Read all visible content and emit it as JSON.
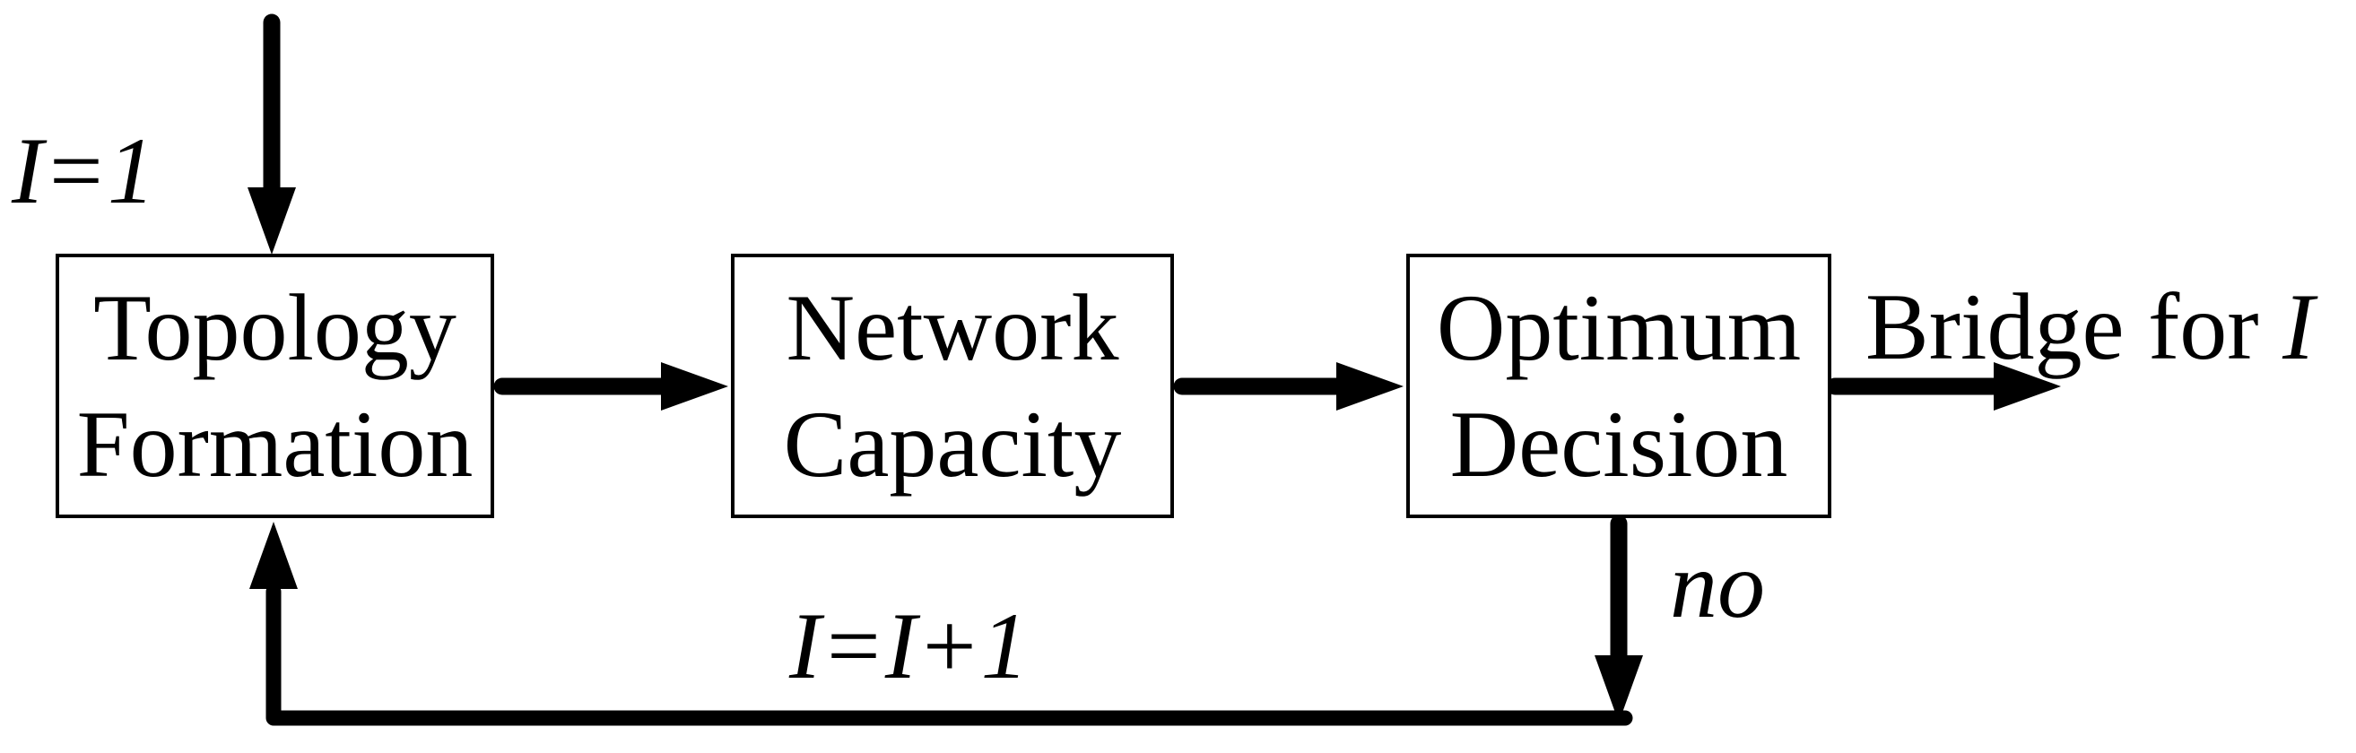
{
  "colors": {
    "ink": "#000000",
    "background": "#ffffff"
  },
  "nodes": [
    {
      "id": "topology",
      "line1": "Topology",
      "line2": "Formation"
    },
    {
      "id": "capacity",
      "line1": "Network",
      "line2": "Capacity"
    },
    {
      "id": "decision",
      "line1": "Optimum",
      "line2": "Decision"
    }
  ],
  "labels": {
    "init": "I=1",
    "increment": "I=I+1",
    "no": "no",
    "output_prefix": "Bridge for ",
    "output_var": "I"
  },
  "edges": [
    {
      "from": "start",
      "to": "Topology Formation",
      "label": "I=1"
    },
    {
      "from": "Topology Formation",
      "to": "Network Capacity",
      "label": ""
    },
    {
      "from": "Network Capacity",
      "to": "Optimum Decision",
      "label": ""
    },
    {
      "from": "Optimum Decision",
      "to": "output",
      "label": "Bridge for I"
    },
    {
      "from": "Optimum Decision",
      "to": "Topology Formation",
      "label": "no, I=I+1"
    }
  ]
}
